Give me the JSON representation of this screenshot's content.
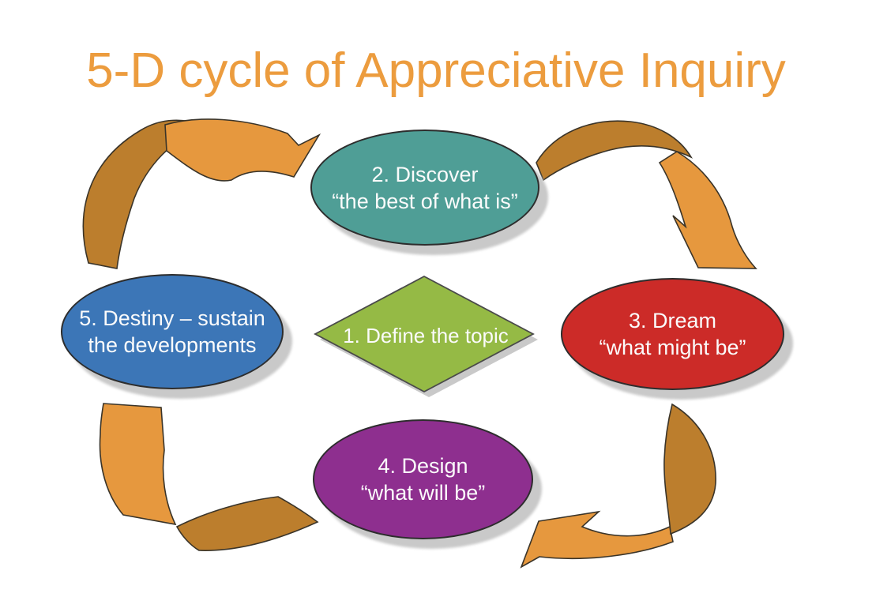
{
  "title": {
    "text": "5-D cycle of Appreciative Inquiry",
    "color": "#EC9C3E"
  },
  "nodes": {
    "define": {
      "label": "1. Define the topic",
      "color": "#95BA45"
    },
    "discover": {
      "line1": "2. Discover",
      "line2": "“the best of what is”",
      "color": "#4F9E96"
    },
    "dream": {
      "line1": "3. Dream",
      "line2": "“what might be”",
      "color": "#CC2B28"
    },
    "design": {
      "line1": "4. Design",
      "line2": "“what will be”",
      "color": "#8E2F8F"
    },
    "destiny": {
      "line1": "5. Destiny – sustain",
      "line2": "the developments",
      "color": "#3C76B7"
    }
  },
  "arrows": {
    "light": "#E6983E",
    "dark": "#BC7E2D"
  }
}
